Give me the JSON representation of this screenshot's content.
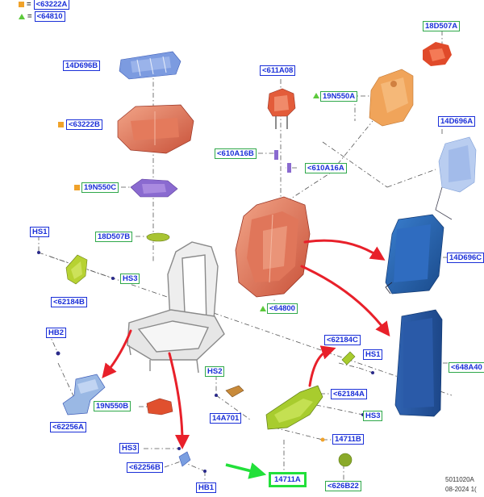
{
  "legend": {
    "square_code": "<63222A",
    "triangle_code": "<64810",
    "equals": "="
  },
  "labels": {
    "l_18D507A": "18D507A",
    "l_14D696B": "14D696B",
    "l_611A08": "<611A08",
    "l_19N550A": "19N550A",
    "l_14D696A": "14D696A",
    "l_63222B": "<63222B",
    "l_610A16B": "<610A16B",
    "l_610A16A": "<610A16A",
    "l_19N550C": "19N550C",
    "l_HS1_left": "HS1",
    "l_18D507B": "18D507B",
    "l_14D696C": "14D696C",
    "l_HS3_top": "HS3",
    "l_62184B": "<62184B",
    "l_64800": "<64800",
    "l_HB2": "HB2",
    "l_62184C": "<62184C",
    "l_HS1_right": "HS1",
    "l_648A40": "<648A40",
    "l_HS2": "HS2",
    "l_62184A": "<62184A",
    "l_19N550B": "19N550B",
    "l_14A701": "14A701",
    "l_HS3_right": "HS3",
    "l_62256A": "<62256A",
    "l_14711B": "14711B",
    "l_HS3_bottom": "HS3",
    "l_62256B": "<62256B",
    "l_HB1": "HB1",
    "l_14711A": "14711A",
    "l_626B22": "<626B22"
  },
  "footer": {
    "diagram_id": "5011020A",
    "date": "08-2024 1("
  },
  "colors": {
    "label_blue": "#1a2fd8",
    "label_green_border": "#2fa84a",
    "highlight_green": "#22e03a",
    "callout_red": "#e8202a",
    "pointer_green": "#22e03a",
    "square_marker": "#f0a22a",
    "triangle_marker": "#5cc93b"
  }
}
